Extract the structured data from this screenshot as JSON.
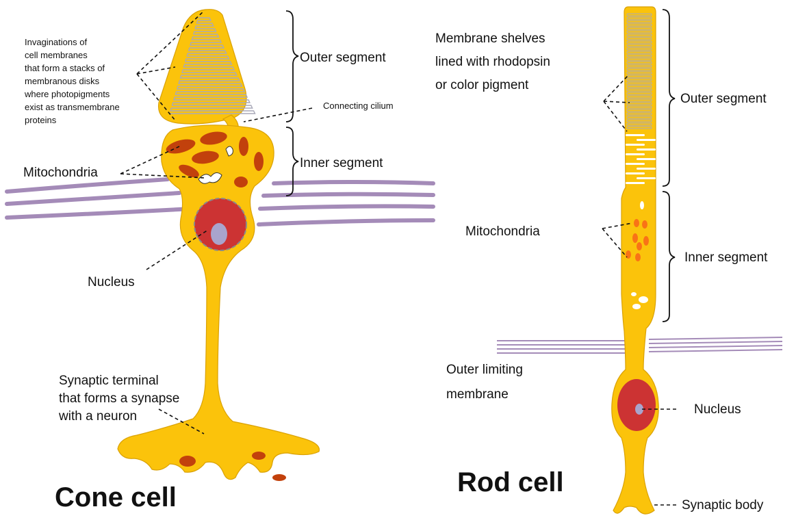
{
  "colors": {
    "cell": "#fbc30b",
    "cell_outline": "#d9a106",
    "disk": "#a9a9b8",
    "membrane": "#a48bb8",
    "nucleus": "#cc3333",
    "nucleolus": "#a9a4cc",
    "mitochondria_cone": "#c2410c",
    "mitochondria_rod": "#f97316"
  },
  "cone": {
    "title": "Cone cell",
    "invaginations_label": [
      "Invaginations of",
      "cell membranes",
      "that form a stacks of",
      "membranous disks",
      "where photopigments",
      "exist as transmembrane",
      "proteins"
    ],
    "outer_segment": "Outer segment",
    "connecting_cilium": "Connecting cilium",
    "inner_segment": "Inner segment",
    "mitochondria": "Mitochondria",
    "nucleus": "Nucleus",
    "synaptic_label": [
      "Synaptic terminal",
      "that forms a synapse",
      "with a neuron"
    ]
  },
  "rod": {
    "title": "Rod cell",
    "membrane_shelves_label": [
      "Membrane shelves",
      "lined with rhodopsin",
      "or color pigment"
    ],
    "outer_segment": "Outer segment",
    "mitochondria": "Mitochondria",
    "inner_segment": "Inner segment",
    "outer_limiting_label": [
      "Outer limiting",
      "membrane"
    ],
    "nucleus": "Nucleus",
    "synaptic_body": "Synaptic body"
  }
}
